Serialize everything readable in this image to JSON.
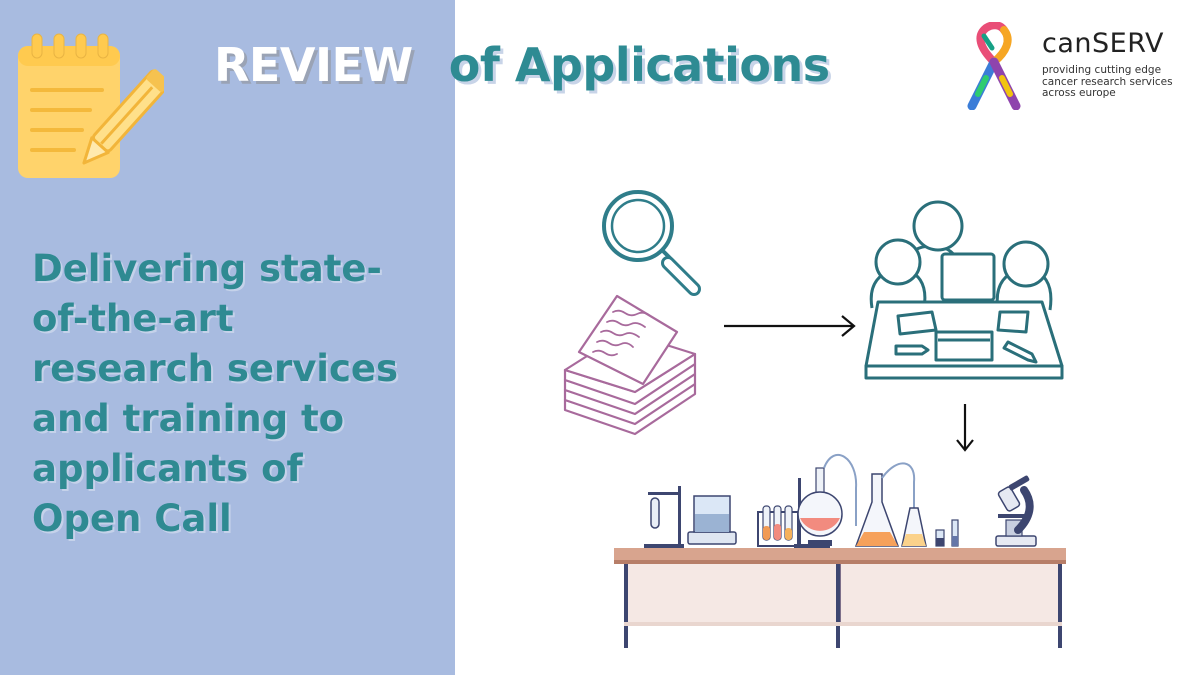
{
  "title": {
    "word1": "REVIEW",
    "word2": "of Applications"
  },
  "tagline": [
    "Delivering state-",
    "of-the-art",
    "research services",
    "and training to",
    "applicants of",
    "Open Call"
  ],
  "logo": {
    "name": "canSERV",
    "subtitle": [
      "providing cutting edge",
      "cancer research services",
      "across europe"
    ]
  },
  "colors": {
    "panel": "#a8bbe0",
    "teal": "#2e8b93",
    "notepad": "#ffd36b",
    "papers": "#a86a9c",
    "meeting": "#2a6f7a"
  },
  "icons": [
    "notepad-pencil-icon",
    "magnifying-glass-icon",
    "paper-stack-icon",
    "meeting-table-icon",
    "arrow-right-icon",
    "arrow-down-icon",
    "lab-bench-icon",
    "canserv-ribbon-logo"
  ]
}
